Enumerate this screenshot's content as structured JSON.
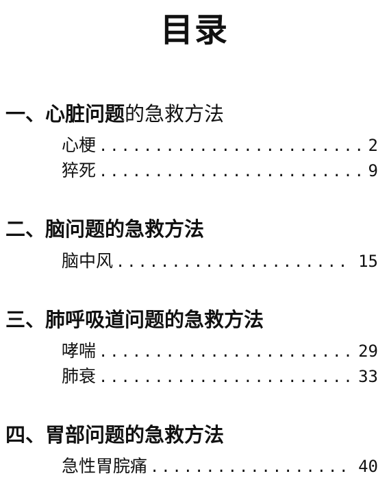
{
  "title": "目录",
  "sections": [
    {
      "number": "一、",
      "bold": "心脏问题",
      "normal": "的急救方法",
      "entries": [
        {
          "label": "心梗",
          "page": "2"
        },
        {
          "label": "猝死",
          "page": "9"
        }
      ]
    },
    {
      "number": "二、",
      "bold": "脑问题的急救方法",
      "normal": "",
      "entries": [
        {
          "label": "脑中风",
          "page": "15"
        }
      ]
    },
    {
      "number": "三、",
      "bold": "肺呼吸道问题的急救方法",
      "normal": "",
      "entries": [
        {
          "label": "哮喘",
          "page": "29"
        },
        {
          "label": "肺衰",
          "page": "33"
        }
      ]
    },
    {
      "number": "四、",
      "bold": "胃部问题的急救方法",
      "normal": "",
      "entries": [
        {
          "label": "急性胃脘痛",
          "page": "40"
        }
      ]
    }
  ]
}
